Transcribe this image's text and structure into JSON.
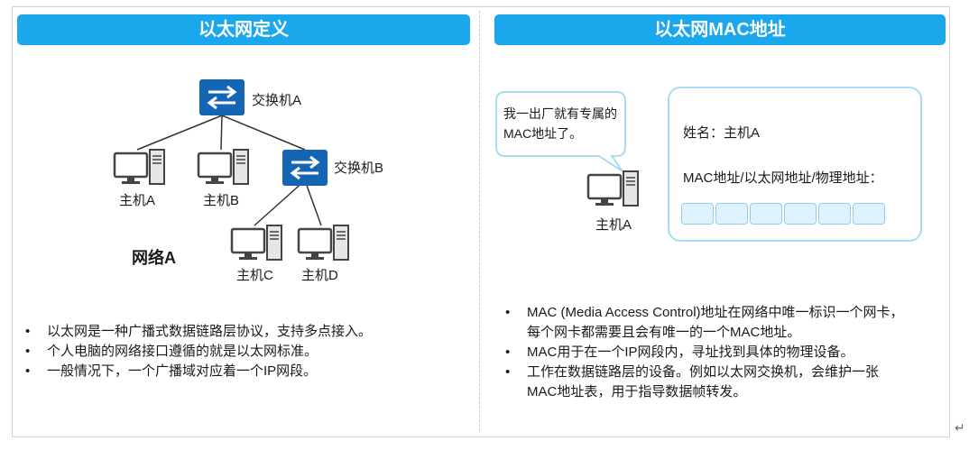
{
  "left": {
    "title": "以太网定义",
    "labels": {
      "switch_a": "交换机A",
      "switch_b": "交换机B",
      "host_a": "主机A",
      "host_b": "主机B",
      "host_c": "主机C",
      "host_d": "主机D",
      "network": "网络A"
    },
    "bullets": [
      "以太网是一种广播式数据链路层协议，支持多点接入。",
      "个人电脑的网络接口遵循的就是以太网标准。",
      "一般情况下，一个广播域对应着一个IP网段。"
    ]
  },
  "right": {
    "title": "以太网MAC地址",
    "bubble_line1": "我一出厂就有专属的",
    "bubble_line2": "MAC地址了。",
    "host_label": "主机A",
    "card_name": "姓名：主机A",
    "card_addr": "MAC地址/以太网地址/物理地址：",
    "bullets": [
      "MAC (Media Access Control)地址在网络中唯一标识一个网卡，",
      "每个网卡都需要且会有唯一的一个MAC地址。",
      "MAC用于在一个IP网段内，寻址找到具体的物理设备。",
      "工作在数据链路层的设备。例如以太网交换机，会维护一张",
      "MAC地址表，用于指导数据帧转发。"
    ]
  },
  "colors": {
    "banner": "#1aa7ec",
    "switch": "#1565b5",
    "bubble_border": "#a9dcf6",
    "mac_box": "#dff2fd"
  }
}
